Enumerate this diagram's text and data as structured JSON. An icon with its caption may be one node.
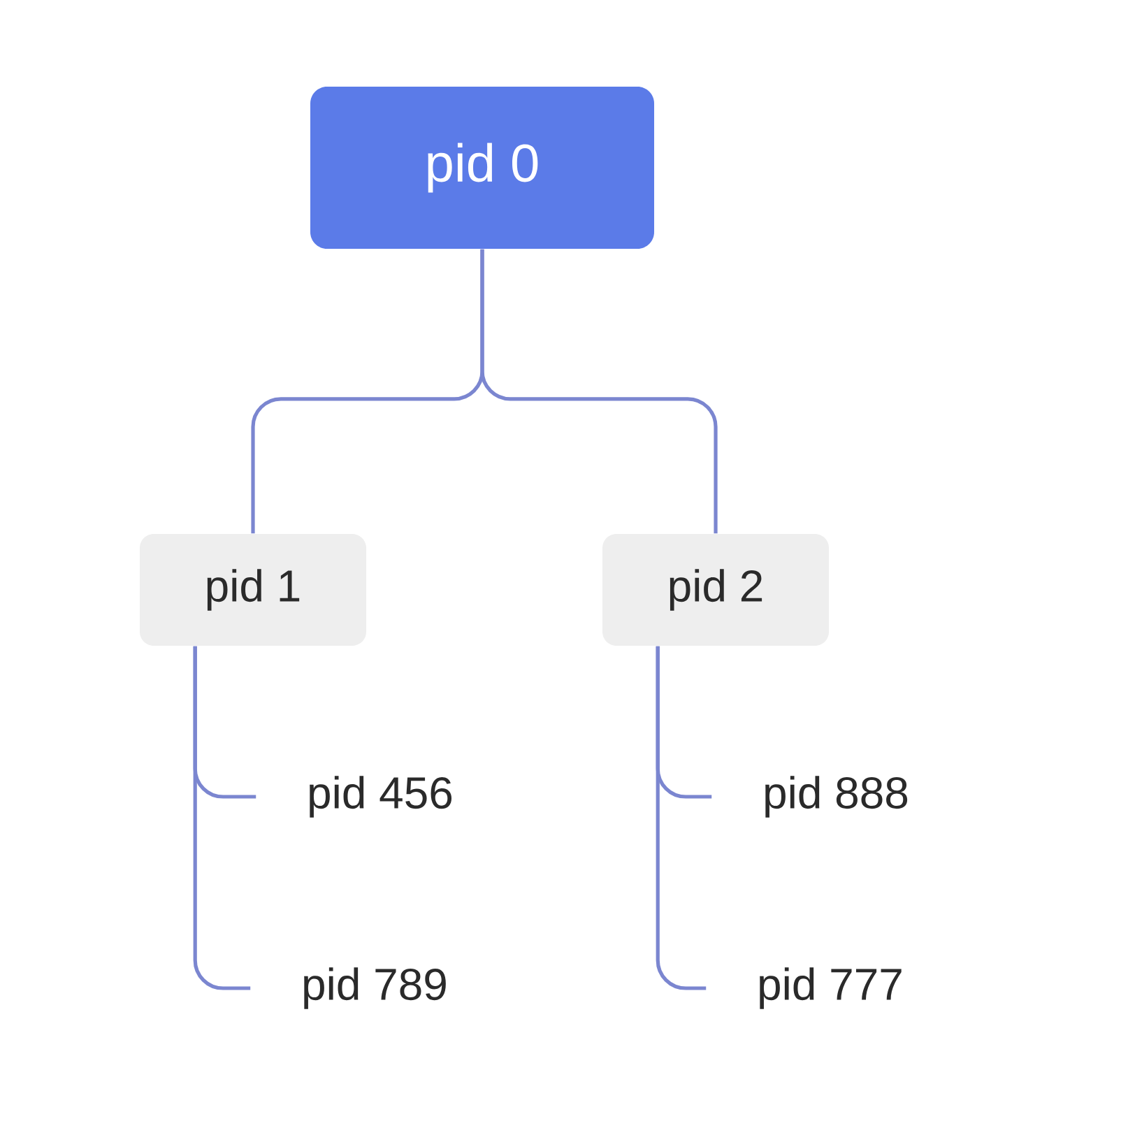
{
  "diagram": {
    "nodes": [
      {
        "text": [
          "pid 0"
        ]
      },
      {
        "text": [
          "pid 1"
        ]
      },
      {
        "text": [
          "pid 2"
        ]
      },
      {
        "text": [
          "pid 456"
        ]
      },
      {
        "text": [
          "pid 789"
        ]
      },
      {
        "text": [
          "pid 888"
        ]
      },
      {
        "text": [
          "pid 777"
        ]
      }
    ],
    "edges": [
      {
        "from": 0,
        "to": 1,
        "arrow": "none"
      },
      {
        "from": 0,
        "to": 2,
        "arrow": "none"
      },
      {
        "from": 1,
        "to": 3,
        "arrow": "none"
      },
      {
        "from": 1,
        "to": 4,
        "arrow": "none"
      },
      {
        "from": 2,
        "to": 5,
        "arrow": "none"
      },
      {
        "from": 2,
        "to": 6,
        "arrow": "none"
      }
    ]
  }
}
